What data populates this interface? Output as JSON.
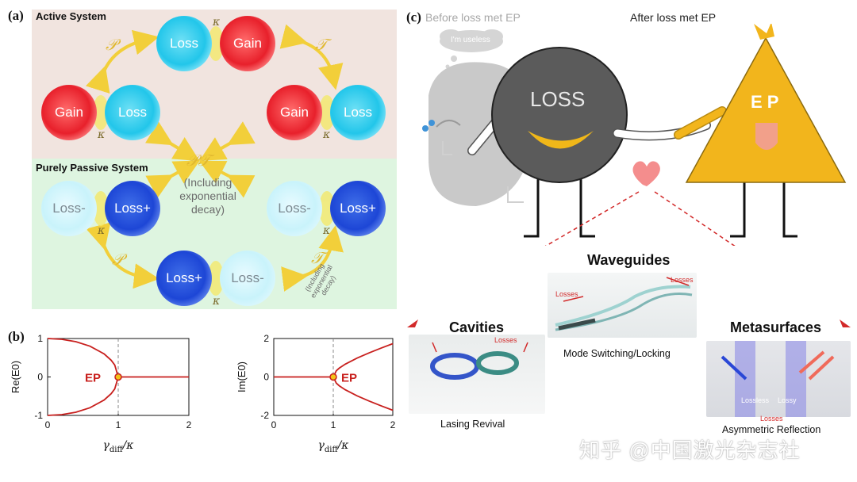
{
  "panel_a": {
    "label": "(a)",
    "active_title": "Active System",
    "passive_title": "Purely Passive System",
    "gain": "Gain",
    "loss": "Loss",
    "loss_plus": "Loss+",
    "loss_minus": "Loss-",
    "kappa": "κ",
    "p_symbol": "𝒫",
    "t_symbol": "𝒯",
    "pt_symbol": "𝒫𝒯",
    "center_note": [
      "(Including",
      "exponential",
      "decay)"
    ],
    "t_note": [
      "(Including",
      "exponential",
      "decay)"
    ],
    "colors": {
      "active_bg": "#f1e4df",
      "passive_bg": "#def5e0",
      "gain": "#e8202b",
      "loss": "#22c6ea",
      "loss_plus": "#1d46d6",
      "arrow": "#f2cf3a"
    }
  },
  "panel_b": {
    "label": "(b)",
    "ep_label": "EP",
    "xlabel_main": "γ",
    "xlabel_sub": "diff",
    "xlabel_tail": "/κ",
    "colors": {
      "curve": "#c8201e",
      "ep_dot": "#f2c318",
      "vline": "#888888"
    }
  },
  "chart_data": [
    {
      "type": "line",
      "ylabel": "Re(E0)",
      "xlim": [
        0,
        2
      ],
      "ylim": [
        -1,
        1
      ],
      "xticks": [
        0,
        1,
        2
      ],
      "yticks": [
        1,
        0,
        -1
      ],
      "ep_x": 1,
      "series": [
        {
          "x": [
            0,
            0.2,
            0.4,
            0.6,
            0.8,
            0.9,
            0.95,
            1.0,
            1.5,
            2.0
          ],
          "y": [
            1,
            0.98,
            0.917,
            0.8,
            0.6,
            0.436,
            0.312,
            0,
            0,
            0
          ]
        },
        {
          "x": [
            0,
            0.2,
            0.4,
            0.6,
            0.8,
            0.9,
            0.95,
            1.0
          ],
          "y": [
            -1,
            -0.98,
            -0.917,
            -0.8,
            -0.6,
            -0.436,
            -0.312,
            0
          ]
        }
      ]
    },
    {
      "type": "line",
      "ylabel": "Im(E0)",
      "xlim": [
        0,
        2
      ],
      "ylim": [
        -2,
        2
      ],
      "xticks": [
        0,
        1,
        2
      ],
      "yticks": [
        2,
        0,
        -2
      ],
      "ep_x": 1,
      "series": [
        {
          "x": [
            0,
            0.5,
            1.0,
            1.05,
            1.1,
            1.2,
            1.4,
            1.6,
            1.8,
            2.0
          ],
          "y": [
            0,
            0,
            0,
            0.32,
            0.458,
            0.663,
            0.98,
            1.249,
            1.497,
            1.732
          ]
        },
        {
          "x": [
            1.0,
            1.05,
            1.1,
            1.2,
            1.4,
            1.6,
            1.8,
            2.0
          ],
          "y": [
            0,
            -0.32,
            -0.458,
            -0.663,
            -0.98,
            -1.249,
            -1.497,
            -1.732
          ]
        }
      ]
    }
  ],
  "panel_c": {
    "label": "(c)",
    "before": "Before loss met EP",
    "after": "After loss met EP",
    "bubble": "I'm useless",
    "loss_char": "LOSS",
    "ep_char": "E P",
    "waveguides": "Waveguides",
    "waveguides_caption": "Mode Switching/Locking",
    "cavities": "Cavities",
    "cavities_caption": "Lasing Revival",
    "metasurfaces": "Metasurfaces",
    "metasurfaces_caption": "Asymmetric Reflection",
    "losses": "Losses",
    "lossless": "Lossless",
    "lossy": "Lossy",
    "colors": {
      "loss_char": "#5b5b5b",
      "ep_char": "#f2b51c",
      "heart": "#f48d8d",
      "dash": "#d22a2a",
      "smile": "#f0b719"
    }
  },
  "watermark": "知乎 @中国激光杂志社"
}
